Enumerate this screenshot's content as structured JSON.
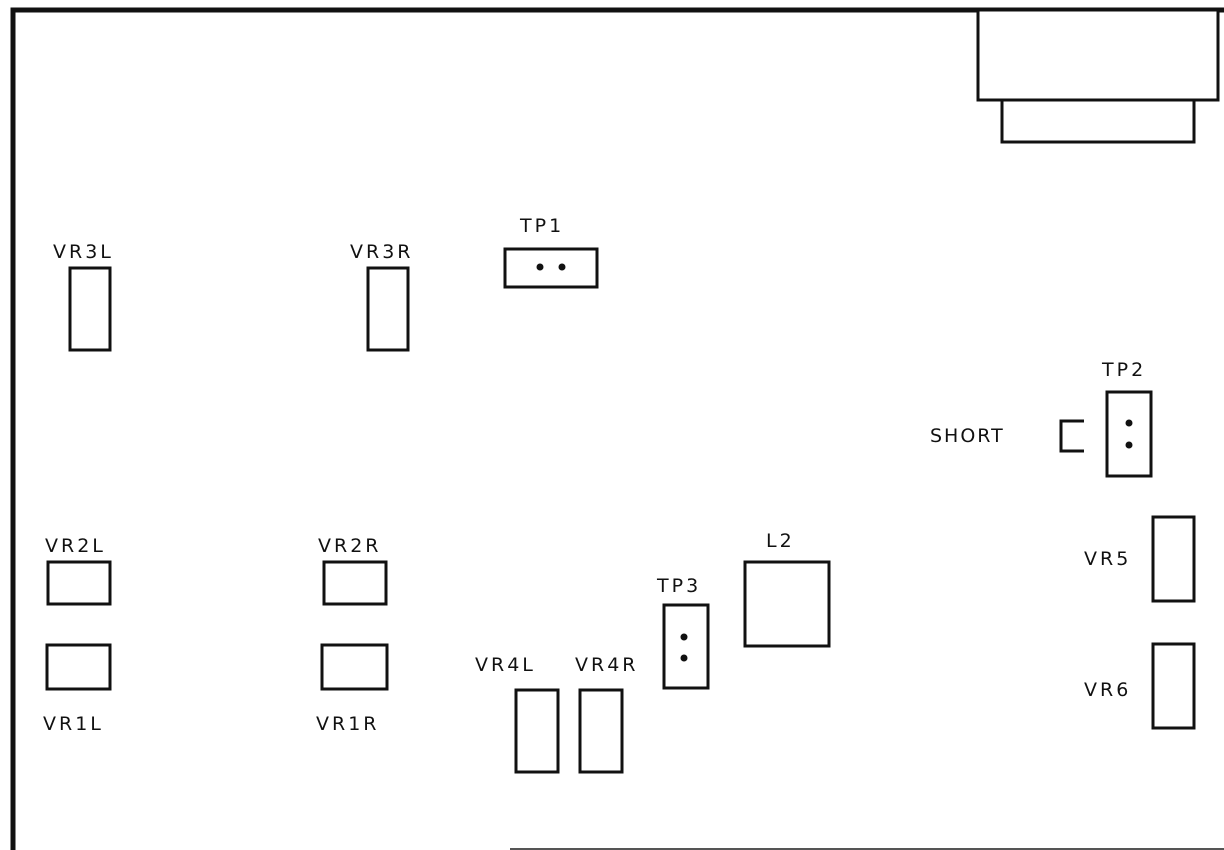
{
  "board": {
    "components": [
      {
        "id": "vr3l",
        "label": "VR3L"
      },
      {
        "id": "vr3r",
        "label": "VR3R"
      },
      {
        "id": "tp1",
        "label": "TP1"
      },
      {
        "id": "tp2",
        "label": "TP2"
      },
      {
        "id": "short",
        "label": "SHORT"
      },
      {
        "id": "vr2l",
        "label": "VR2L"
      },
      {
        "id": "vr2r",
        "label": "VR2R"
      },
      {
        "id": "vr1l",
        "label": "VR1L"
      },
      {
        "id": "vr1r",
        "label": "VR1R"
      },
      {
        "id": "l2",
        "label": "L2"
      },
      {
        "id": "tp3",
        "label": "TP3"
      },
      {
        "id": "vr4l",
        "label": "VR4L"
      },
      {
        "id": "vr4r",
        "label": "VR4R"
      },
      {
        "id": "vr5",
        "label": "VR5"
      },
      {
        "id": "vr6",
        "label": "VR6"
      }
    ]
  },
  "colors": {
    "ink": "#111111",
    "paper": "#ffffff"
  }
}
